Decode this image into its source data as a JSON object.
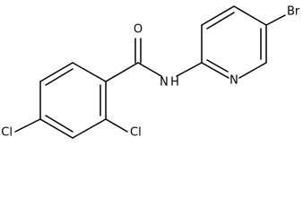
{
  "diagram": {
    "atom_labels": {
      "oxygen": "O",
      "amide_nitrogen": "N",
      "amide_hydrogen": "H",
      "pyridine_nitrogen": "N",
      "bromine": "Br",
      "chlorine_para": "Cl",
      "chlorine_ortho": "Cl"
    }
  }
}
